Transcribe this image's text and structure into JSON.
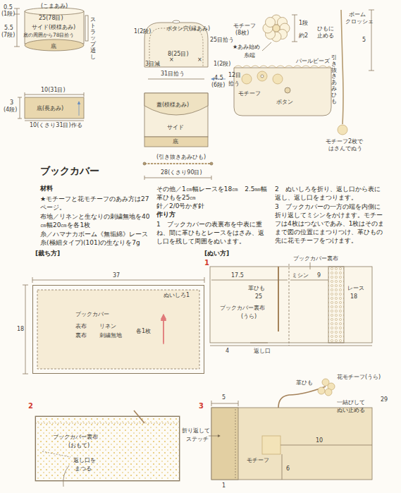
{
  "diagram": {
    "title": "ブックカバー",
    "nodes": [
      {
        "text": [
          "ブックカバー",
          "表布",
          "リネン",
          "裏布",
          "刺繍無地",
          "各1枚"
        ]
      },
      {
        "text": [
          "ブックカバー裏布",
          "(うら)"
        ]
      },
      {
        "text": [
          "ブックカバー裏布",
          "(おもて)"
        ]
      },
      {
        "text": [
          "底(長あみ)"
        ]
      }
    ],
    "labels": [
      "0.5",
      "(1段)",
      "(こまあみ)",
      "25(78目)",
      "5.5",
      "(7段)",
      "サイド(模様あみ)",
      "底の周囲から78目拾う",
      "底",
      "ストラップ通し",
      "10(31目)",
      "3",
      "(4段)",
      "10(くさり31目)作る",
      "1(2段)",
      "ボタン穴",
      "(縁あみ)",
      "25目拾う",
      "8(25目)",
      "3目減",
      "×",
      "×",
      "31目拾う",
      "1(2段)",
      "4.5",
      "(6段)",
      "12目",
      "拾う",
      "蓋(模様あみ)",
      "サイド",
      "底",
      "(引き抜きあみひも)",
      "28(くさり90目)",
      "モチーフ",
      "(8枚)",
      "★あみ始め",
      "糸端",
      "1段",
      "約2",
      "パールビーズ",
      "モチーフ",
      "ボタン",
      "ボーム",
      "クロッシェ",
      "5",
      "ひもに",
      "止める",
      "引き抜きあみひも",
      "モチーフ2枚で",
      "はさんでぬう",
      "材料",
      "★モチーフと花モチーフのあみ方は27ページ。",
      "布地／リネンと生なりの刺繍無地を40㎝幅20㎝を各1枚",
      "糸／ハマナカボーム《無垢綿》レース糸(極細タイプ)(101)の生なりを7g",
      "その他／1㎝幅レースを18㎝　2.5㎜幅革ひもを25㎝",
      "針／2/0号かぎ針",
      "作り方",
      "1　ブックカバーの表裏布を中表に重ね、間に革ひもとレースをはさみ、返し口を残して周囲をぬいます。",
      "2　ぬいしろを折り、返し口から表に返し、返し口をまつります。",
      "3　ブックカバーの一方の端を内側に折り返してミシンをかけます。モチーフは4枚はつないであみ、1枚はそのままで図の位置にまつりつけ、革ひもの先に花モチーフをつけます。",
      "[裁ち方]",
      "37",
      "18",
      "ぬいしろ1",
      "[ぬい方]",
      "1",
      "ブックカバー裏布",
      "17.5",
      "ミシン",
      "9",
      "革ひも",
      "25",
      "レース",
      "18",
      "4",
      "返し口",
      "花モチーフ(うら)",
      "革ひも",
      "一結びして",
      "ぬい止める",
      "29",
      "2",
      "返し口を",
      "まつる",
      "3",
      "5",
      "折り返して",
      "ステッチ",
      "モチーフ",
      "10",
      "6",
      "1"
    ]
  }
}
